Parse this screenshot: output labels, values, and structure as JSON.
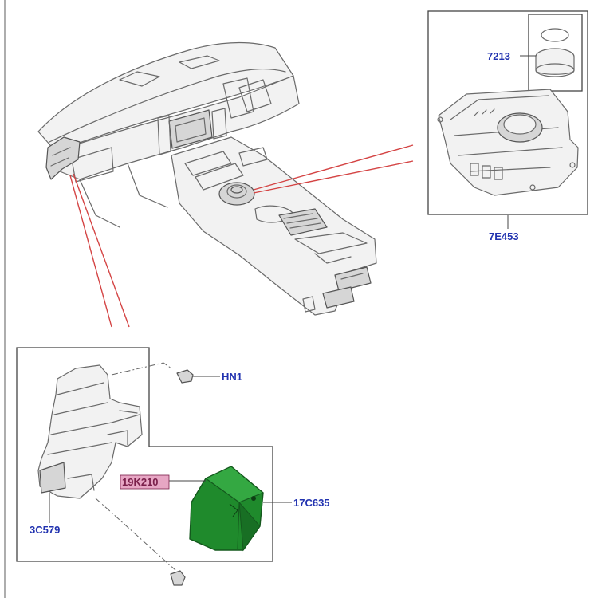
{
  "labels": {
    "part_7213": "7213",
    "part_7E453": "7E453",
    "part_HN1": "HN1",
    "part_19K210": "19K210",
    "part_17C635": "17C635",
    "part_3C579": "3C579"
  },
  "colors": {
    "label_blue": "#2233b0",
    "highlight_bg": "#e7a6c4",
    "module_green": "#1f8a2c",
    "callout_red": "#d44444"
  }
}
